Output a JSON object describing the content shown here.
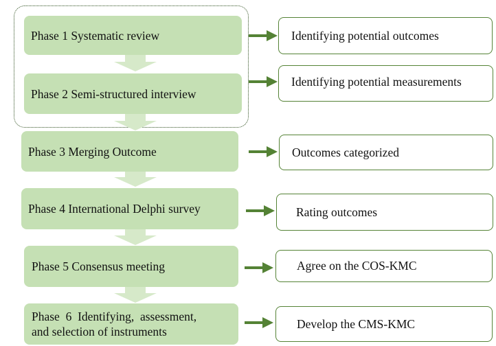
{
  "phases": [
    {
      "label": "Phase 1 Systematic review"
    },
    {
      "label": "Phase 2 Semi-structured interview"
    },
    {
      "label": "Phase 3 Merging Outcome"
    },
    {
      "label": "Phase 4 International Delphi survey"
    },
    {
      "label": "Phase 5 Consensus meeting"
    },
    {
      "line1": "Phase  6  Identifying,  assessment,",
      "line2": "and selection of instruments"
    }
  ],
  "outcomes": [
    {
      "label": "Identifying potential outcomes"
    },
    {
      "label": "Identifying potential measurements"
    },
    {
      "label": "Outcomes categorized"
    },
    {
      "label": "Rating outcomes"
    },
    {
      "label": "Agree on the COS-KMC"
    },
    {
      "label": "Develop the CMS-KMC"
    }
  ],
  "colors": {
    "phase_fill": "#c5e0b4",
    "arrow": "#548235",
    "border": "#548235"
  }
}
